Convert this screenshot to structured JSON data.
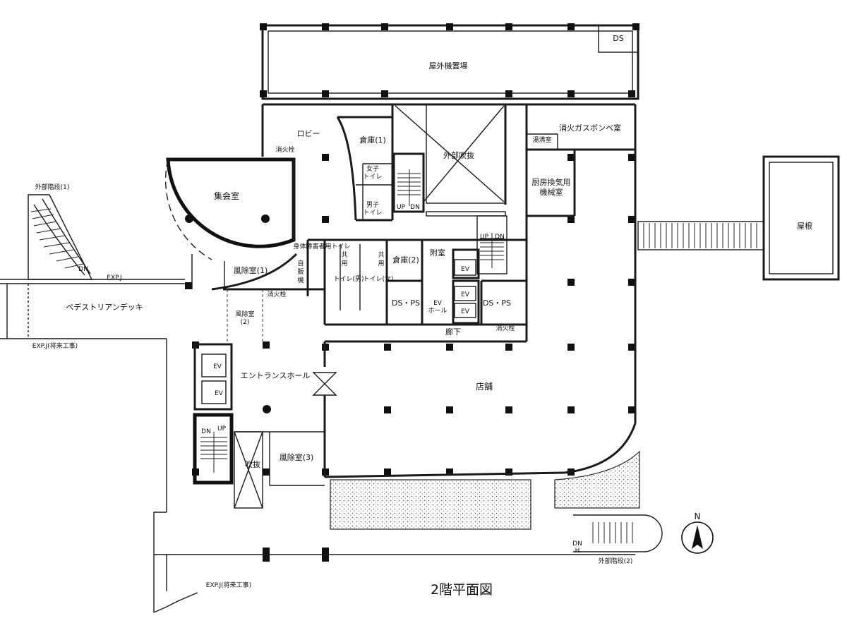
{
  "title": "2階平面図",
  "north": "N",
  "rooms": {
    "ds_top": "DS",
    "outdoor_units": "屋外機置場",
    "lobby": "ロビー",
    "storage1": "倉庫(1)",
    "hydrant_lobby": "消火栓",
    "external_void": "外部吹抜",
    "fire_gas": "消火ガスボンベ室",
    "hot_water": "湯沸室",
    "kitchen_exhaust": "厨房換気用",
    "machine_room": "機械室",
    "assembly": "集会室",
    "women_wc": "女子",
    "women_wc2": "トイレ",
    "men_wc": "男子",
    "men_wc2": "トイレ",
    "stair_up": "UP",
    "stair_dn": "DN",
    "roof": "屋根",
    "ext_stair1": "外部階段(1)",
    "dn": "DN",
    "expj": "EXP.J",
    "windbreak1": "風除室(1)",
    "vending1": "自",
    "vending2": "販",
    "vending3": "機",
    "hydrant_mid": "消火栓",
    "accessible_wc": "身体障害者用トイレ",
    "shared_wc_m1": "共",
    "shared_wc_m2": "用",
    "shared_wc_m3": "トイレ(男)",
    "shared_wc_f1": "共",
    "shared_wc_f2": "用",
    "shared_wc_f3": "トイレ(女)",
    "storage2": "倉庫(2)",
    "annex": "附室",
    "ev": "EV",
    "ds_ps": "DS・PS",
    "ev_hall1": "EV",
    "ev_hall2": "ホール",
    "corridor": "廊下",
    "hydrant_corr": "消火栓",
    "pedestrian_deck": "ペデストリアンデッキ",
    "windbreak2a": "風除室",
    "windbreak2b": "(2)",
    "expj_future": "EXP.J(将来工事)",
    "entrance_hall": "エントランスホール",
    "shop": "店舗",
    "void": "吹抜",
    "windbreak3": "風除室(3)",
    "ext_stair2": "外部階段(2)",
    "expj_future2": "EXP.J(将来工事)",
    "up": "UP",
    "h": "H"
  }
}
